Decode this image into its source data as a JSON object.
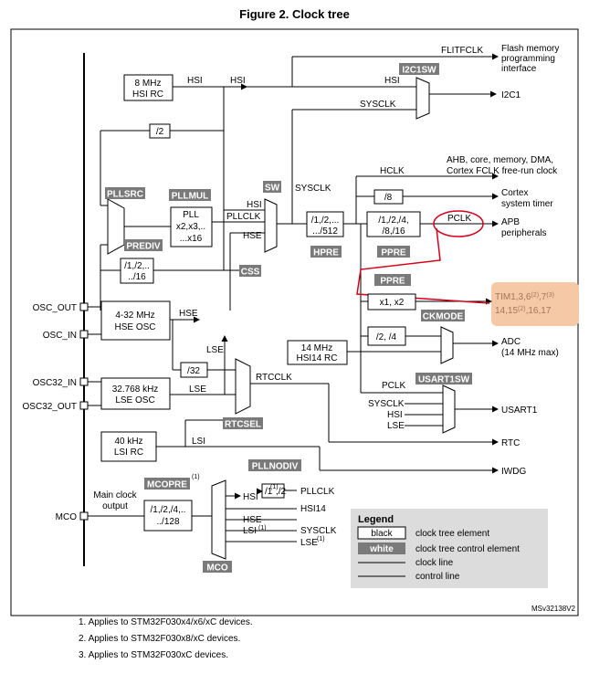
{
  "title": "Figure 2. Clock tree",
  "boxes": {
    "hsi_rc": [
      "8 MHz",
      "HSI RC"
    ],
    "div2": "/2",
    "pll": [
      "PLL",
      "x2,x3,..",
      "...x16"
    ],
    "prediv_div": [
      "/1,/2,..",
      "../16"
    ],
    "hpre_div": [
      "/1,/2,...",
      ".../512"
    ],
    "cortex_div": "/8",
    "ppre_div": [
      "/1,/2,/4,",
      "/8,/16"
    ],
    "tim_mul": "x1, x2",
    "adc_div": "/2, /4",
    "hse_osc": [
      "4-32 MHz",
      "HSE OSC"
    ],
    "hsi14_rc": [
      "14 MHz",
      "HSI14 RC"
    ],
    "div32": "/32",
    "lse_osc": [
      "32.768 kHz",
      "LSE OSC"
    ],
    "lsi_rc": [
      "40 kHz",
      "LSI RC"
    ],
    "mco_div": [
      "/1,/2,/4,..",
      "../128"
    ],
    "pllnodiv_div": "/1",
    "pllnodiv_div_sup": "(1)",
    "pllnodiv_div2": ",/2"
  },
  "tags": {
    "i2c1sw": "I2C1SW",
    "pllsrc": "PLLSRC",
    "pllmul": "PLLMUL",
    "sw": "SW",
    "prediv": "PREDIV",
    "css": "CSS",
    "hpre": "HPRE",
    "ppre": "PPRE",
    "ppre2": "PPRE",
    "ckmode": "CKMODE",
    "usart1sw": "USART1SW",
    "rtcsel": "RTCSEL",
    "mcopre": "MCOPRE",
    "mcopre_sup": "(1)",
    "pllnodiv": "PLLNODIV",
    "mco": "MCO"
  },
  "signals": {
    "flitfclk": "FLITFCLK",
    "hsi_a": "HSI",
    "hsi_b": "HSI",
    "hsi_i2c": "HSI",
    "sysclk_i2c": "SYSCLK",
    "sysclk_mid": "SYSCLK",
    "hclk": "HCLK",
    "hsi_sw": "HSI",
    "pllclk": "PLLCLK",
    "hse_sw": "HSE",
    "pclk": "PCLK",
    "hse_out": "HSE",
    "lse_up": "LSE",
    "rtcclk": "RTCCLK",
    "lse_in": "LSE",
    "lsi": "LSI",
    "pclk_usart": "PCLK",
    "sysclk_usart": "SYSCLK",
    "hsi_usart": "HSI",
    "lse_usart": "LSE",
    "mco_pllclk": "PLLCLK",
    "mco_hsi": "HSI",
    "mco_hsi14": "HSI14",
    "mco_hse": "HSE",
    "mco_sysclk": "SYSCLK",
    "mco_lsi": "LSI",
    "mco_lsi_sup": "(1)",
    "mco_lse": "LSE",
    "mco_lse_sup": "(1)"
  },
  "pins": {
    "osc_out": "OSC_OUT",
    "osc_in": "OSC_IN",
    "osc32_in": "OSC32_IN",
    "osc32_out": "OSC32_OUT",
    "mco": "MCO"
  },
  "main_clock_output": [
    "Main clock",
    "output"
  ],
  "outputs": {
    "flash": [
      "Flash memory",
      "programming",
      "interface"
    ],
    "i2c1": "I2C1",
    "ahb": [
      "AHB, core, memory, DMA,",
      "Cortex FCLK free-run clock"
    ],
    "cortex": [
      "Cortex",
      "system timer"
    ],
    "apb": [
      "APB",
      "peripherals"
    ],
    "adc": [
      "ADC",
      "(14 MHz max)"
    ],
    "usart1": "USART1",
    "rtc": "RTC",
    "iwdg": "IWDG"
  },
  "tim": {
    "l1_a": "TIM1,3,6",
    "l1_a_sup": "(2)",
    "l1_b": ",7",
    "l1_b_sup": "(3)",
    "l2_a": "14,15",
    "l2_a_sup": "(2)",
    "l2_b": ",16,17"
  },
  "legend": {
    "title": "Legend",
    "black_box": "black",
    "white_box": "white",
    "black_desc": "clock tree element",
    "white_desc": "clock tree control element",
    "line1": "clock line",
    "line2": "control line"
  },
  "ref": "MSv32138V2",
  "notes": [
    "1.   Applies to STM32F030x4/x6/xC devices.",
    "2.   Applies to STM32F030x8/xC devices.",
    "3.   Applies to STM32F030xC devices."
  ],
  "colors": {
    "tag_bg": "#7a7a7a",
    "highlight": "#f5c9a6",
    "highlight_text": "#a0785a",
    "annotation": "#d9001b",
    "legend_bg": "#dcdcdc"
  }
}
